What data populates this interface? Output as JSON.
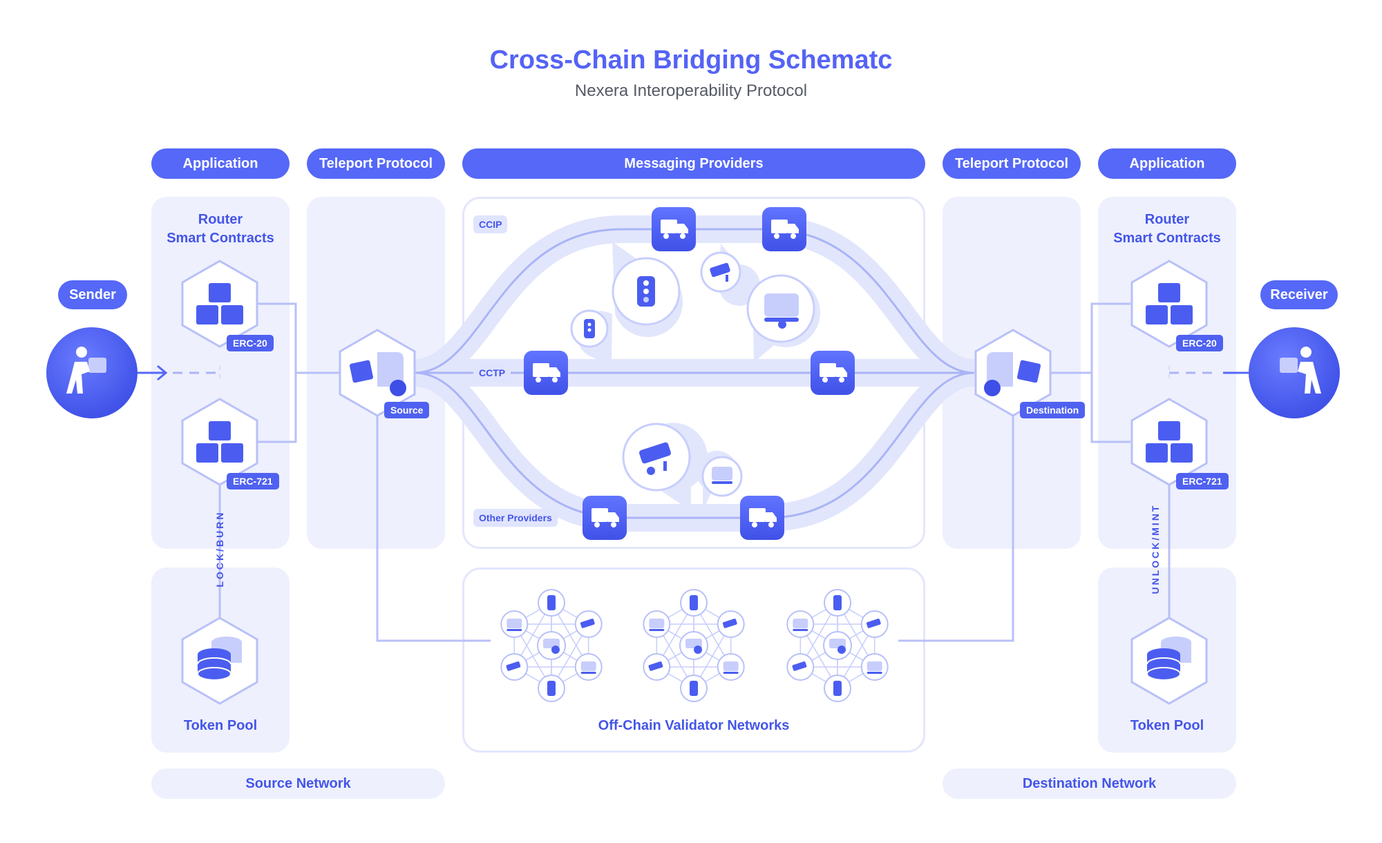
{
  "header": {
    "title": "Cross-Chain Bridging Schematc",
    "subtitle": "Nexera Interoperability Protocol"
  },
  "columns": {
    "application_left": "Application",
    "teleport_left": "Teleport Protocol",
    "messaging": "Messaging Providers",
    "teleport_right": "Teleport Protocol",
    "application_right": "Application"
  },
  "left": {
    "sender": "Sender",
    "router_line1": "Router",
    "router_line2": "Smart Contracts",
    "erc20": "ERC-20",
    "erc721": "ERC-721",
    "lock_burn": "LOCK/BURN",
    "token_pool": "Token Pool",
    "source": "Source"
  },
  "right": {
    "receiver": "Receiver",
    "router_line1": "Router",
    "router_line2": "Smart Contracts",
    "erc20": "ERC-20",
    "erc721": "ERC-721",
    "unlock_mint": "UNLOCK/MINT",
    "token_pool": "Token Pool",
    "destination": "Destination"
  },
  "providers": {
    "ccip": "CCIP",
    "cctp": "CCTP",
    "other": "Other Providers",
    "validators": "Off-Chain Validator Networks"
  },
  "footer": {
    "source_network": "Source Network",
    "destination_network": "Destination Network"
  },
  "colors": {
    "accent": "#5568f7",
    "dark_accent": "#4455e8",
    "panel": "#eef0fd",
    "track": "#dfe3fc",
    "line": "#b8c0f8"
  },
  "icons": [
    "person-carry-box-icon",
    "boxes-icon",
    "forklift-icon",
    "delivery-truck-icon",
    "traffic-light-icon",
    "security-camera-icon",
    "scanner-icon",
    "database-icon"
  ]
}
